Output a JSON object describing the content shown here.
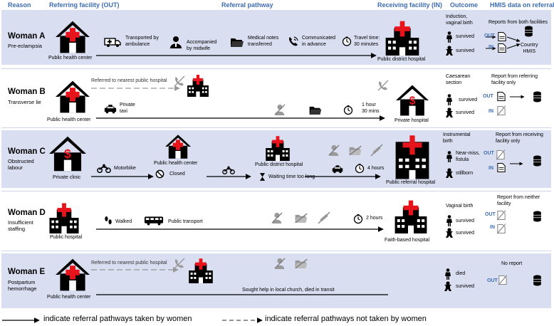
{
  "headers": {
    "reason": "Reason",
    "out": "Referring facility (OUT)",
    "pathway": "Referral pathway",
    "in": "Receiving facility (IN)",
    "outcome": "Outcome",
    "hmis": "HMIS data on referral"
  },
  "rows": {
    "a": {
      "name": "Woman A",
      "reason": "Pre-eclampsia",
      "origin": "Public health center",
      "steps": [
        "Transported by\nambulance",
        "Accompanied\nby midwife",
        "Medical notes\ntransferred",
        "Communicated\nin advance",
        "Travel time:\n30 minutes"
      ],
      "dest": "Public district hospital",
      "outcome_title": "Induction,\nvaginal birth",
      "mother": "survived",
      "baby": "survived",
      "hmis_title": "Reports from both facilities",
      "out_label": "OUT",
      "in_label": "IN",
      "country": "Country\nHMIS"
    },
    "b": {
      "name": "Woman B",
      "reason": "Transverse lie",
      "referred_note": "Referred to nearest public hospital",
      "origin": "Public health center",
      "mode": "Private\ntaxi",
      "time": "1 hour\n30 mins",
      "dest": "Private hospital",
      "outcome_title": "Caesarean\nsection",
      "mother": "survived",
      "baby": "survived",
      "hmis_title": "Report from referring\nfacility only",
      "out_label": "OUT",
      "in_label": "IN"
    },
    "c": {
      "name": "Woman C",
      "reason": "Obstructed\nlabour",
      "origin": "Private clinic",
      "mode": "Motorbike",
      "mid": "Public health center",
      "closed": "Closed",
      "mid2": "Public district hospital",
      "waiting": "Waiting time too long",
      "time": "4 hours",
      "dest": "Public referral hospital",
      "outcome_title": "Instrumental\nbirth",
      "mother": "Near-miss,\nfistula",
      "baby": "stillborn",
      "hmis_title": "Report from receiving\nfacility only",
      "out_label": "OUT",
      "in_label": "IN"
    },
    "d": {
      "name": "Woman D",
      "reason": "Insufficient\nstaffing",
      "origin": "Public hospital",
      "walk": "Walked",
      "bus": "Public transport",
      "time": "2 hours",
      "dest": "Faith-based hospital",
      "outcome_title": "Vaginal birth",
      "mother": "survived",
      "baby": "survived",
      "hmis_title": "Report from neither\nfacility",
      "out_label": "OUT",
      "in_label": "IN"
    },
    "e": {
      "name": "Woman E",
      "reason": "Postpartum\nhemorrhage",
      "referred_note": "Referred to nearest public hospital",
      "origin": "Public health center",
      "church": "Sought help in local church, died in transit",
      "mother": "died",
      "baby": "survived",
      "hmis_title": "No report",
      "out_label": "OUT"
    }
  },
  "legend": {
    "taken": "indicate referral pathways taken by women",
    "not_taken": "indicate referral pathways not taken by women"
  },
  "colors": {
    "header": "#3d6db5",
    "shade": "#d9def0",
    "cross": "#e8141c"
  }
}
